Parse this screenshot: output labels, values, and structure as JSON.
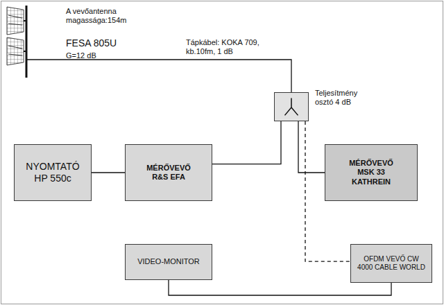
{
  "diagram": {
    "nodes": [
      {
        "text": [
          "Teljesítmény osztó 4 dB"
        ]
      },
      {
        "text": [
          "NYOMTATÓ HP 550c"
        ]
      },
      {
        "text": [
          "MÉRŐVEVŐ R&S EFA"
        ]
      },
      {
        "text": [
          "MÉRŐVEVŐ MSK 33 KATHREIN"
        ]
      },
      {
        "text": [
          "VIDEO-MONITOR"
        ]
      },
      {
        "text": [
          "OFDM VEVŐ CW 4000 CABLE WORLD"
        ]
      }
    ],
    "edges": [
      {
        "from": 1,
        "to": 2,
        "arrow": "none"
      },
      {
        "from": 2,
        "to": 0,
        "arrow": "none"
      },
      {
        "from": 0,
        "to": 3,
        "arrow": "none"
      },
      {
        "from": 0,
        "to": 5,
        "arrow": "none"
      },
      {
        "from": 4,
        "to": 5,
        "arrow": "none"
      }
    ],
    "labels": [
      "A vevőantenna magassága:154m",
      "FESA 805U",
      "G=12 dB",
      "Tápkábel: KOKA 709, kb.10fm, 1 dB"
    ]
  }
}
